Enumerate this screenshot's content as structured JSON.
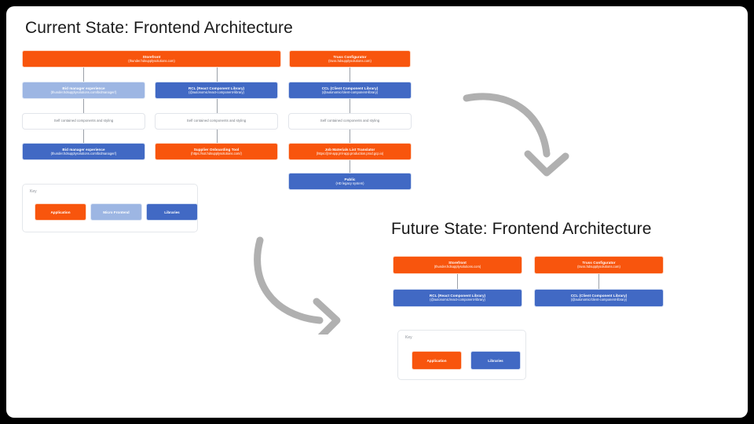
{
  "slide": {
    "background": "#ffffff",
    "canvas_background": "#000000"
  },
  "colors": {
    "application": "#F8550D",
    "libraries": "#4169C4",
    "micro_frontend": "#9DB6E3",
    "connector": "#9aa0a8",
    "arrow": "#b0b0b0",
    "plain_border": "#e2e5ea",
    "title_text": "#1a1a1a"
  },
  "current": {
    "title": "Current State: Frontend Architecture",
    "row_applications": [
      {
        "name": "Storefront",
        "sub": "(thunder.hdsupplysolutions.com)",
        "type": "application"
      },
      {
        "name": "Truss Configurator",
        "sub": "(truss.hdsupplysolutions.com)",
        "type": "application"
      }
    ],
    "row_libraries": [
      {
        "name": "Bid manager experience",
        "sub": "(thunder.hdsupplysolutions.com/bidmanager/)",
        "type": "micro_frontend"
      },
      {
        "name": "RCL (React Component Library)",
        "sub": "(@autonomic/react-component-library)",
        "type": "libraries"
      },
      {
        "name": "CCL (Client Component Library)",
        "sub": "(@autonomic/client-component-library)",
        "type": "libraries"
      }
    ],
    "row_notes": [
      {
        "name": "Self contained components and styling",
        "type": "plain"
      },
      {
        "name": "Self contained components and styling",
        "type": "plain"
      },
      {
        "name": "Self contained components and styling",
        "type": "plain"
      }
    ],
    "row_bottom": [
      {
        "name": "Bid manager experience",
        "sub": "(thunder.hdsupplysolutions.com/bidmanager/)",
        "type": "libraries"
      },
      {
        "name": "Supplier Onboarding Tool",
        "sub": "(https://sot.hdsupplysolutions.com/)",
        "type": "application"
      },
      {
        "name": "Job Materials List Translator",
        "sub": "(https://jml-app.jml-app.production.prod.gcp.io)",
        "type": "application"
      }
    ],
    "row_public": [
      {
        "name": "Public",
        "sub": "(HD legacy system)",
        "type": "libraries"
      }
    ],
    "key": {
      "label": "Key",
      "items": [
        {
          "label": "Application",
          "type": "application"
        },
        {
          "label": "Micro Frontend",
          "type": "micro_frontend"
        },
        {
          "label": "Libraries",
          "type": "libraries"
        }
      ]
    }
  },
  "future": {
    "title": "Future State: Frontend Architecture",
    "row_applications": [
      {
        "name": "Storefront",
        "sub": "(thunder.hdsupplysolutions.com)",
        "type": "application"
      },
      {
        "name": "Truss Configurator",
        "sub": "(truss.hdsupplysolutions.com)",
        "type": "application"
      }
    ],
    "row_libraries": [
      {
        "name": "RCL (React Component Library)",
        "sub": "(@autonomic/react-component-library)",
        "type": "libraries"
      },
      {
        "name": "CCL (Client Component Library)",
        "sub": "(@autonomic/client-component-library)",
        "type": "libraries"
      }
    ],
    "key": {
      "label": "Key",
      "items": [
        {
          "label": "Application",
          "type": "application"
        },
        {
          "label": "Libraries",
          "type": "libraries"
        }
      ]
    }
  },
  "arrows": [
    {
      "name": "arrow-current-to-future-top",
      "direction": "right-down"
    },
    {
      "name": "arrow-current-to-future-bottom",
      "direction": "down-right"
    }
  ]
}
